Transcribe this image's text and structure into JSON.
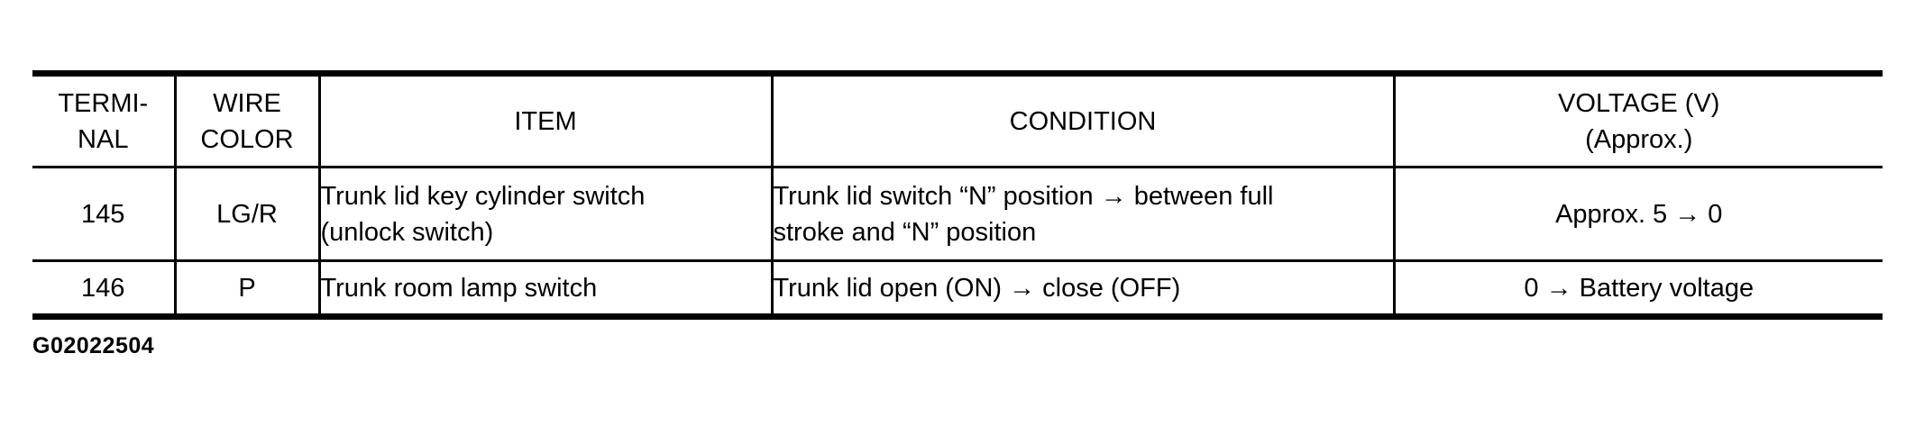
{
  "page": {
    "background": "#ffffff",
    "text_color": "#000000",
    "border_color": "#000000",
    "caption": "G02022504"
  },
  "table": {
    "header": {
      "terminal": {
        "line1": "TERMI-",
        "line2": "NAL"
      },
      "wire_color": {
        "line1": "WIRE",
        "line2": "COLOR"
      },
      "item": "ITEM",
      "condition": "CONDITION",
      "voltage": {
        "line1": "VOLTAGE (V)",
        "line2": "(Approx.)"
      }
    },
    "rows": [
      {
        "terminal": "145",
        "wire_color": "LG/R",
        "item": {
          "line1": "Trunk lid key cylinder switch",
          "line2": "(unlock switch)"
        },
        "condition": {
          "line1": "Trunk lid switch “N” position → between full",
          "line2": "stroke and “N” position"
        },
        "voltage": "Approx. 5 → 0"
      },
      {
        "terminal": "146",
        "wire_color": "P",
        "item": "Trunk room lamp switch",
        "condition": "Trunk lid open (ON) → close (OFF)",
        "voltage": "0 → Battery voltage"
      }
    ]
  }
}
